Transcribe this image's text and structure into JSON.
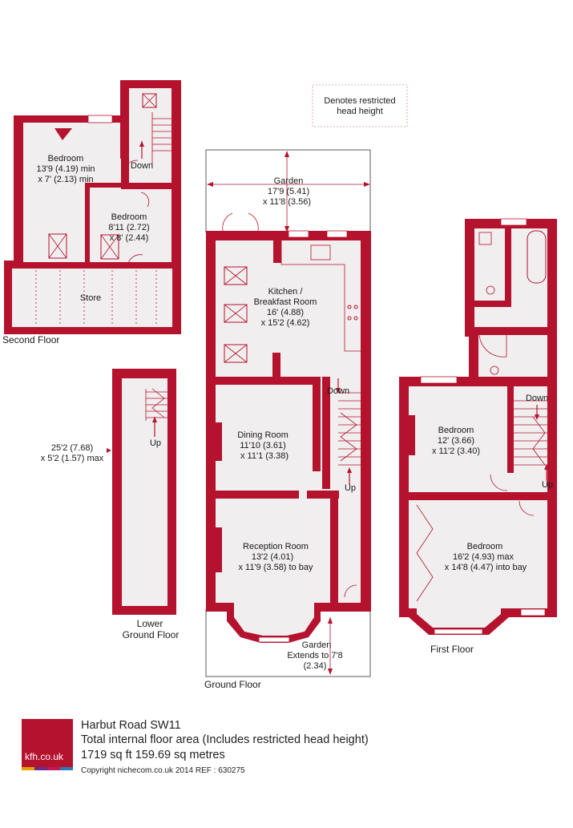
{
  "legend": {
    "line1": "Denotes restricted",
    "line2": "head height"
  },
  "floors": {
    "second": "Second Floor",
    "lower": "Lower",
    "lower2": "Ground Floor",
    "ground": "Ground Floor",
    "first": "First Floor"
  },
  "second_floor": {
    "bedroom1": [
      "Bedroom",
      "13'9 (4.19) min",
      "x 7' (2.13) min"
    ],
    "bedroom2": [
      "Bedroom",
      "8'11 (2.72)",
      "x 8' (2.44)"
    ],
    "store": "Store",
    "down": "Down"
  },
  "lower_ground": {
    "dims": [
      "25'2 (7.68)",
      "x 5'2 (1.57) max"
    ],
    "up": "Up"
  },
  "ground_floor": {
    "garden": [
      "Garden",
      "17'9 (5.41)",
      "x 11'8 (3.56)"
    ],
    "kitchen": [
      "Kitchen /",
      "Breakfast Room",
      "16' (4.88)",
      "x 15'2 (4.62)"
    ],
    "dining": [
      "Dining Room",
      "11'10 (3.61)",
      "x 11'1 (3.38)"
    ],
    "reception": [
      "Reception Room",
      "13'2 (4.01)",
      "x 11'9 (3.58) to bay"
    ],
    "front_garden": [
      "Garden",
      "Extends to 7'8",
      "(2.34)"
    ],
    "down": "Down",
    "up": "Up"
  },
  "first_floor": {
    "bedroom1": [
      "Bedroom",
      "12' (3.66)",
      "x 11'2 (3.40)"
    ],
    "bedroom2": [
      "Bedroom",
      "16'2 (4.93) max",
      "x 14'8 (4.47) into bay"
    ],
    "down": "Down",
    "up": "Up"
  },
  "footer": {
    "logo_text": "kfh.co.uk",
    "address": "Harbut Road  SW11",
    "area_title": "Total internal floor area (Includes restricted head height)",
    "area_value": "1719 sq ft 159.69 sq metres",
    "copyright": "Copyright nichecom.co.uk 2014    REF : 630275"
  },
  "colors": {
    "wall": "#b5122e",
    "room": "#f0eeee",
    "text": "#1a1a1a"
  }
}
